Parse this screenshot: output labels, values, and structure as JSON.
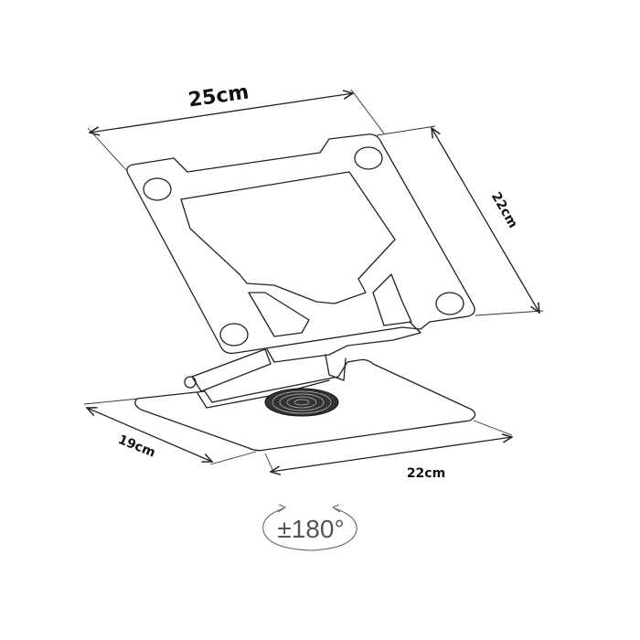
{
  "dimensions": {
    "top_width": "25cm",
    "plate_depth": "22cm",
    "base_depth": "19cm",
    "base_width": "22cm"
  },
  "rotation": {
    "label": "±180°"
  },
  "colors": {
    "line": "#222222",
    "background": "#ffffff"
  }
}
